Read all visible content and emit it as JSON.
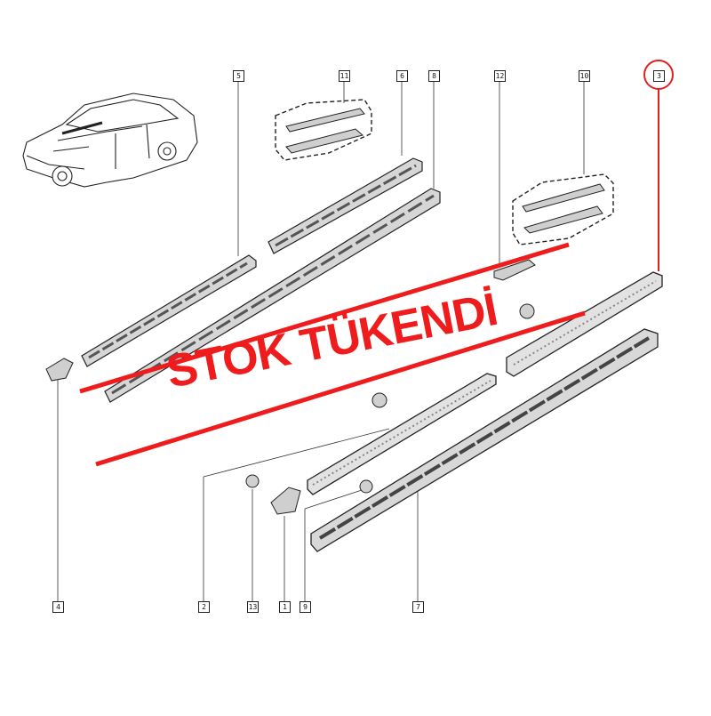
{
  "callouts": {
    "c1": "1",
    "c2": "2",
    "c3": "3",
    "c4": "4",
    "c5": "5",
    "c6": "6",
    "c7": "7",
    "c8": "8",
    "c9": "9",
    "c10": "10",
    "c11": "11",
    "c12": "12",
    "c13": "13"
  },
  "stamp": {
    "text": "STOK TÜKENDİ"
  },
  "colors": {
    "stamp_red": "#ee1c1c",
    "line": "#222222",
    "part_fill": "#d8d8d8"
  },
  "highlight": {
    "circled_callout": "3"
  }
}
